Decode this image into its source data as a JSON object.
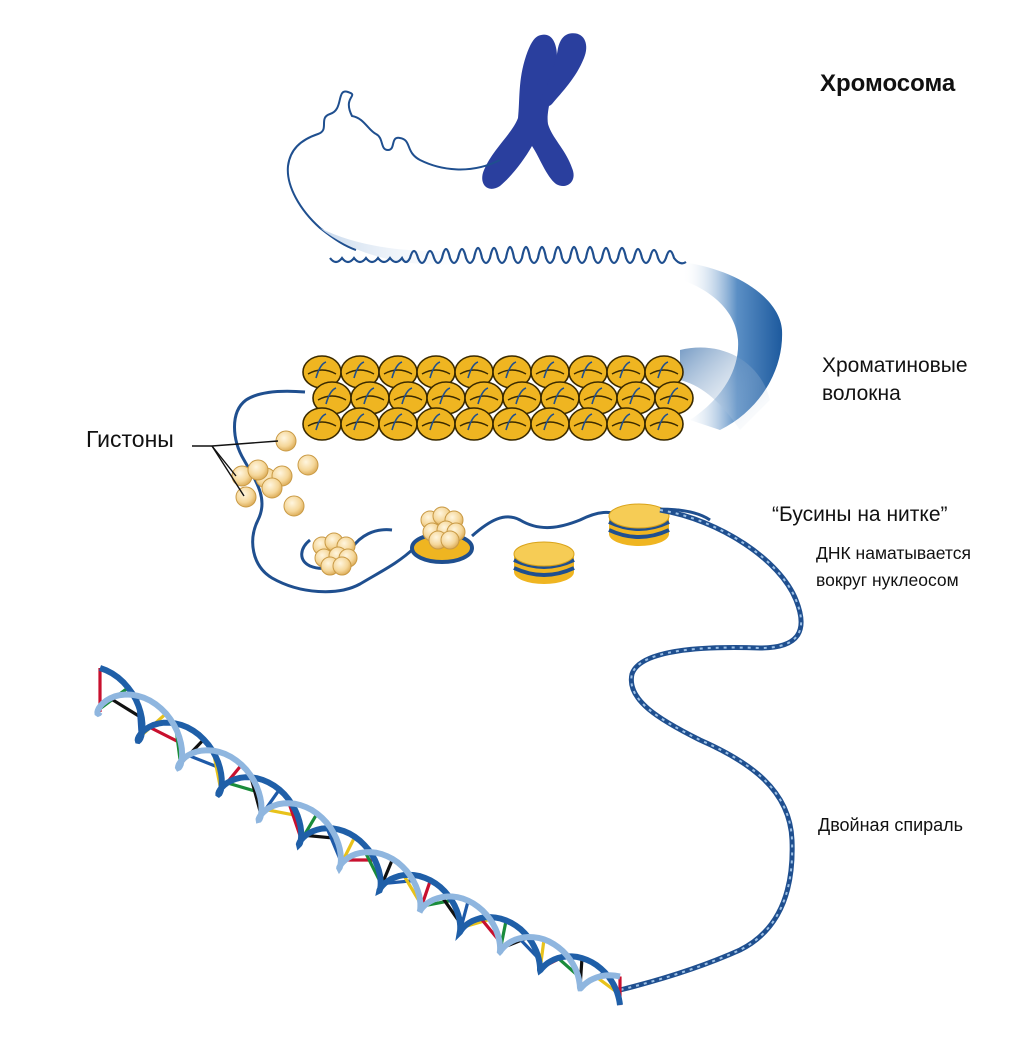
{
  "labels": {
    "chromosome": "Хромосома",
    "chromatin_fibers_line1": "Хроматиновые",
    "chromatin_fibers_line2": "волокна",
    "histones": "Гистоны",
    "beads_on_string": "“Бусины на нитке”",
    "dna_wraps_line1": "ДНК наматывается",
    "dna_wraps_line2": "вокруг нуклеосом",
    "double_helix": "Двойная спираль"
  },
  "colors": {
    "chromosome": "#2a3f9e",
    "dna_strand": "#1f4f8f",
    "histone_light": "#f5d79a",
    "histone_dark": "#e2a520",
    "nucleosome_gold": "#efb521",
    "base_red": "#c8102e",
    "base_green": "#1a8c3a",
    "base_black": "#111111",
    "base_blue": "#1e5aa8",
    "base_yellow": "#e8c21a"
  },
  "icons": {
    "chromosome": "chromosome-icon",
    "histone": "histone-icon",
    "nucleosome": "nucleosome-icon"
  }
}
